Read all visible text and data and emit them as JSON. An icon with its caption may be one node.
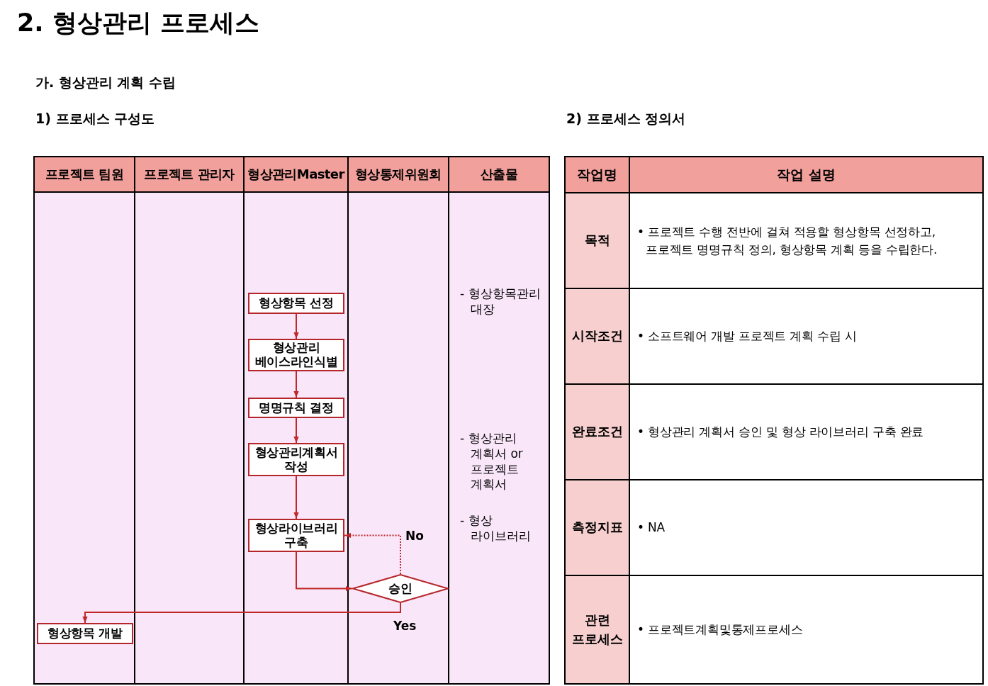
{
  "diagram": {
    "title": "2. 형상관리 프로세스",
    "nodes": [
      {
        "text": [
          "프로젝트 팀원"
        ]
      },
      {
        "text": [
          "형상항목 개발"
        ],
        "in": 0
      },
      {
        "text": [
          "프로젝트 관리자"
        ]
      },
      {
        "text": [
          "형상관리Master"
        ]
      },
      {
        "text": [
          "형상항목 선정"
        ],
        "in": 3
      },
      {
        "text": [
          "형상관리 베이스라인식별"
        ],
        "in": 3
      },
      {
        "text": [
          "명명규칙 결정"
        ],
        "in": 3
      },
      {
        "text": [
          "형상관리계획서 작성"
        ],
        "in": 3
      },
      {
        "text": [
          "형상라이브러리 구축"
        ],
        "in": 3
      },
      {
        "text": [
          "형상통제위원회"
        ]
      },
      {
        "text": [
          "승인"
        ],
        "in": 9
      },
      {
        "text": [
          "산출물"
        ]
      }
    ],
    "edges": [
      {
        "from": 4,
        "to": 5,
        "arrow": "to"
      },
      {
        "from": 5,
        "to": 6,
        "arrow": "to"
      },
      {
        "from": 6,
        "to": 7,
        "arrow": "to"
      },
      {
        "from": 7,
        "to": 8,
        "arrow": "to"
      },
      {
        "from": 8,
        "to": 10,
        "arrow": "to"
      },
      {
        "from": 10,
        "to": 8,
        "arrow": "to",
        "label": "No",
        "style": "dashed"
      },
      {
        "from": 10,
        "to": 1,
        "arrow": "to",
        "label": "Yes"
      }
    ],
    "labels": [
      "가. 형상관리 계획 수립",
      "1) 프로세스 구성도",
      "2) 프로세스 정의서",
      "- 형상항목관리 대장",
      "- 형상관리 계획서 or 프로젝트 계획서",
      "- 형상 라이브러리",
      "작업명",
      "작업 설명",
      "목적",
      "• 프로젝트 수행 전반에 걸쳐 적용할 형상항목 선정하고, 프로젝트 명명규칙 정의, 형상항목 계획 등을 수립한다.",
      "시작조건",
      "• 소프트웨어 개발 프로젝트 계획 수립 시",
      "완료조건",
      "• 형상관리 계획서 승인 및 형상 라이브러리 구축 완료",
      "측정지표",
      "• NA",
      "관련 프로세스",
      "• 프로젝트계획및통제프로세스"
    ]
  }
}
